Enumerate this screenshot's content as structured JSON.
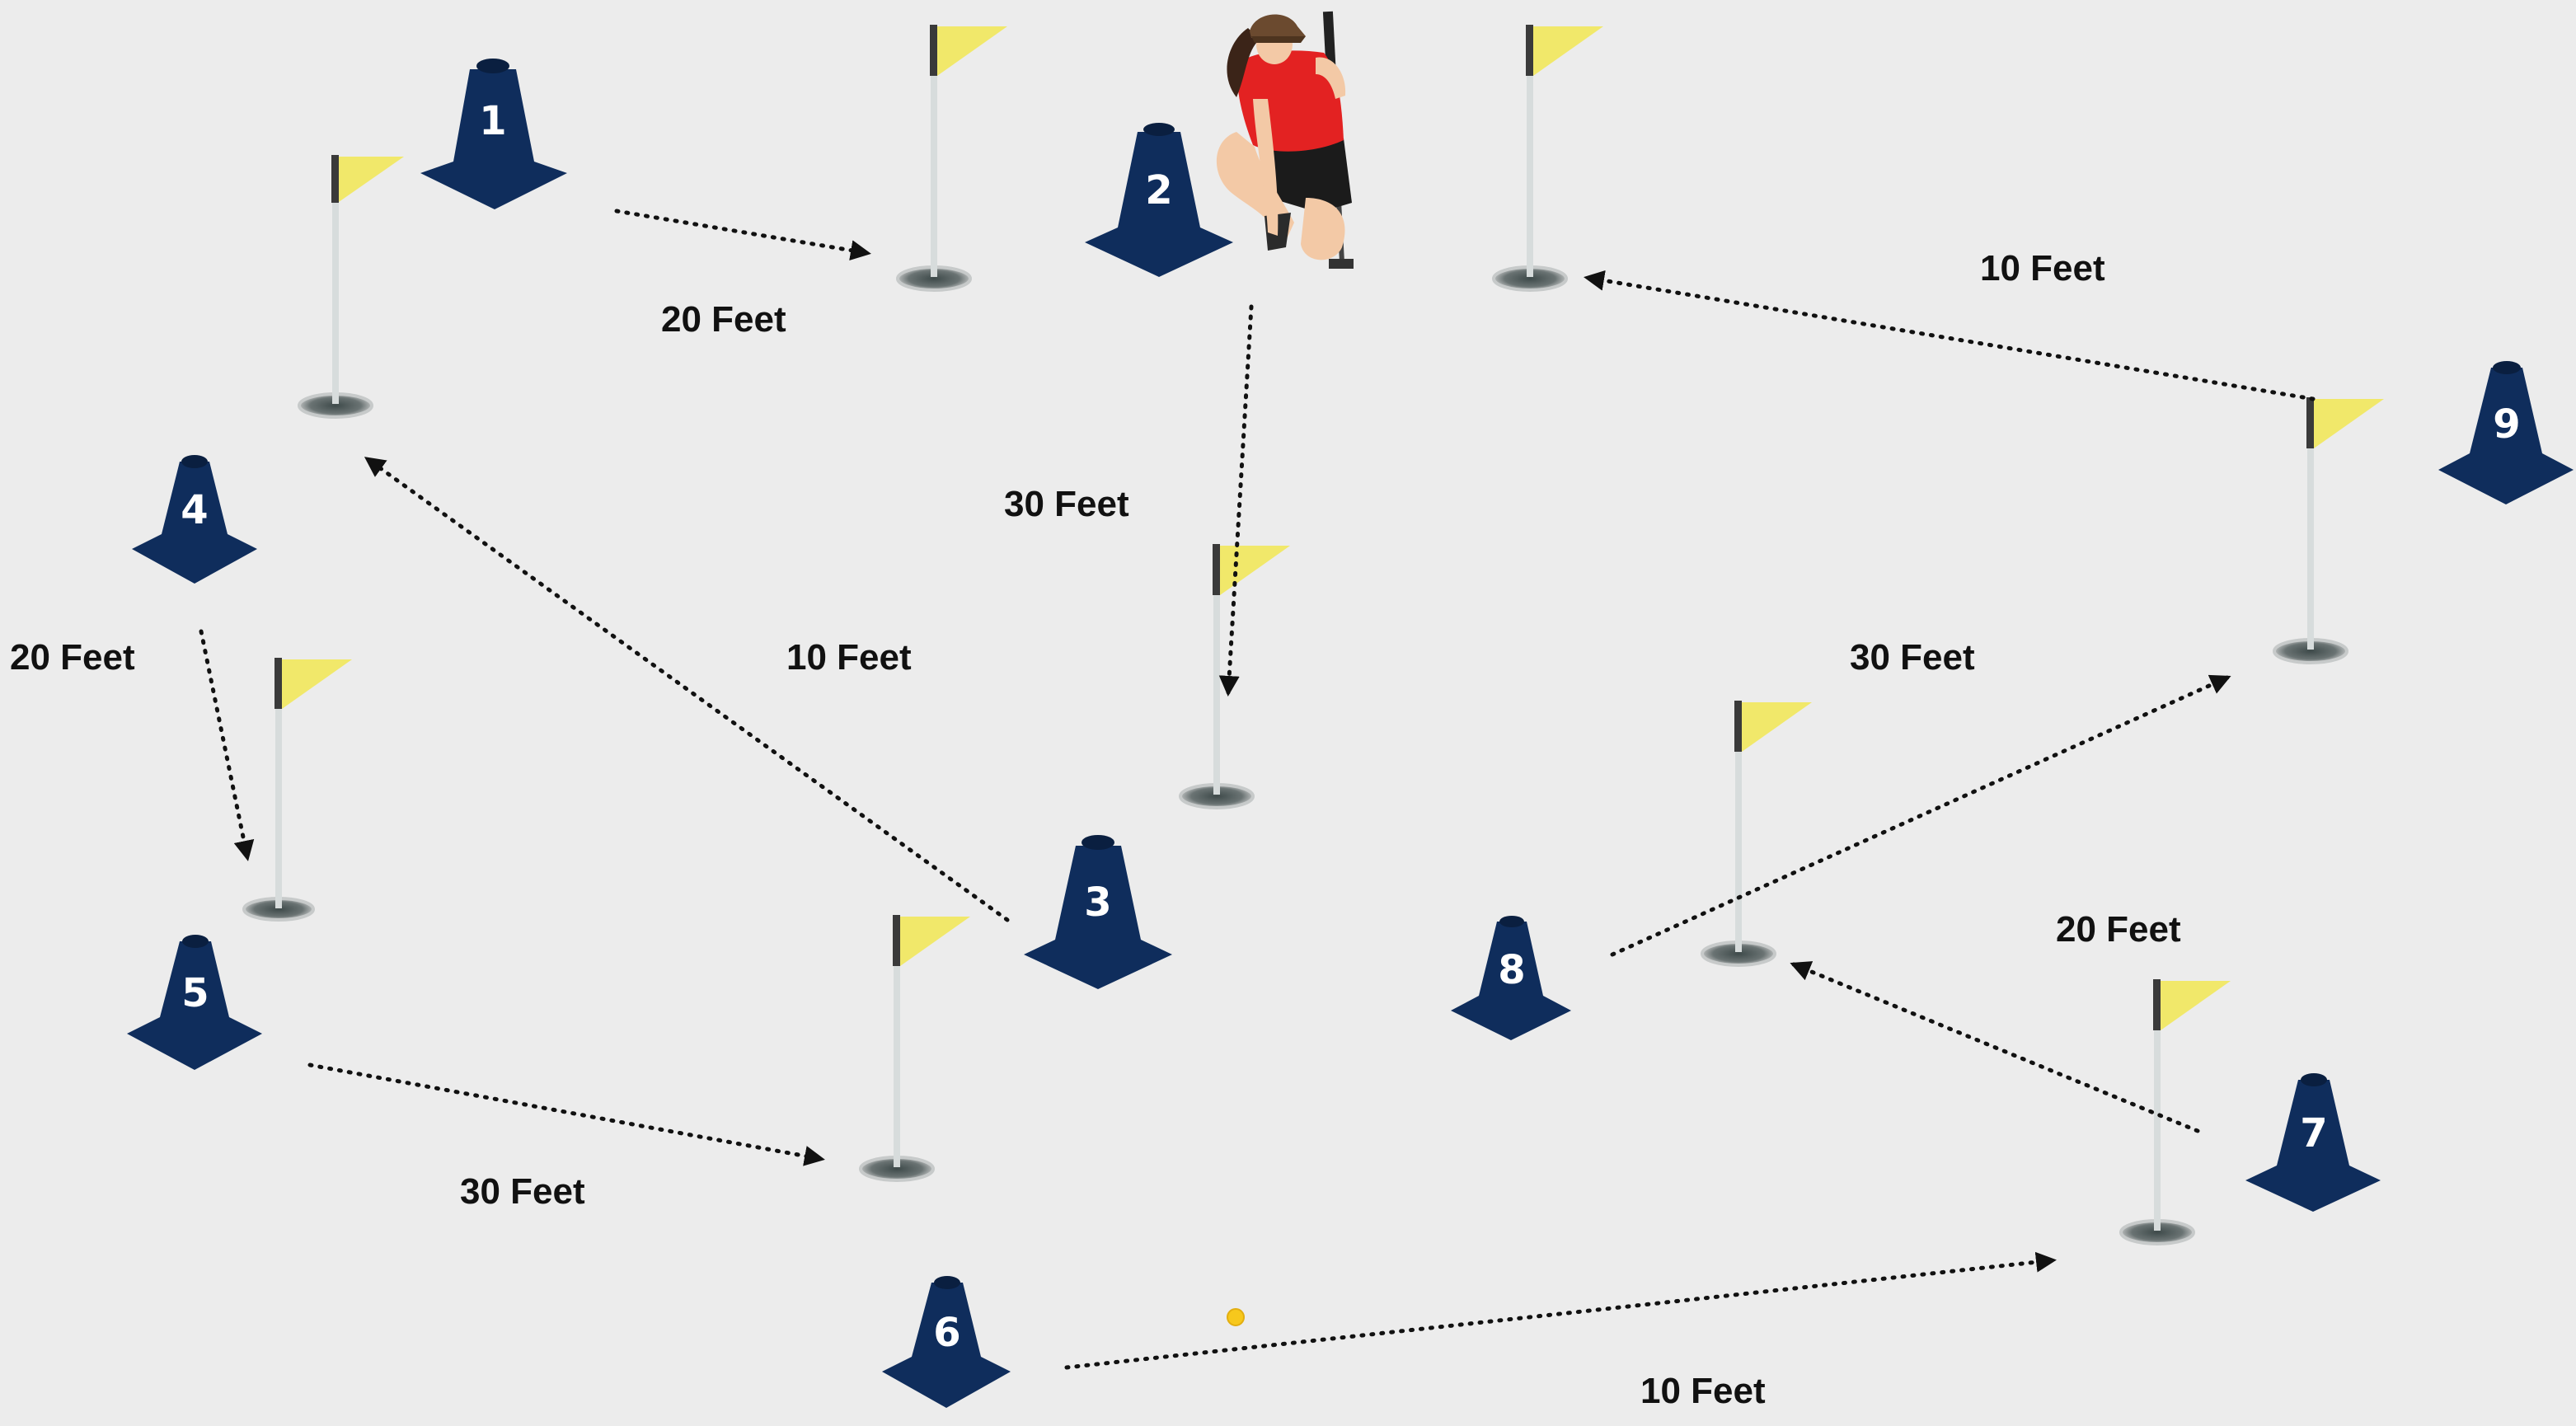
{
  "colors": {
    "background": "#ececec",
    "cone": "#0f2d5c",
    "flag": "#f1e86a",
    "pole": "#d7dcdc",
    "shirt": "#e32222",
    "ball": "#f7c81c"
  },
  "cones": [
    {
      "label": "1"
    },
    {
      "label": "2"
    },
    {
      "label": "3"
    },
    {
      "label": "4"
    },
    {
      "label": "5"
    },
    {
      "label": "6"
    },
    {
      "label": "7"
    },
    {
      "label": "8"
    },
    {
      "label": "9"
    }
  ],
  "distances": [
    {
      "text": "20 Feet"
    },
    {
      "text": "30 Feet"
    },
    {
      "text": "10 Feet"
    },
    {
      "text": "20 Feet"
    },
    {
      "text": "30 Feet"
    },
    {
      "text": "10 Feet"
    },
    {
      "text": "20 Feet"
    },
    {
      "text": "30 Feet"
    },
    {
      "text": "10 Feet"
    }
  ],
  "icons": {
    "cone": "traffic-cone-icon",
    "flag": "golf-flag-icon",
    "golfer": "golfer-figure",
    "ball": "golf-ball-icon"
  }
}
